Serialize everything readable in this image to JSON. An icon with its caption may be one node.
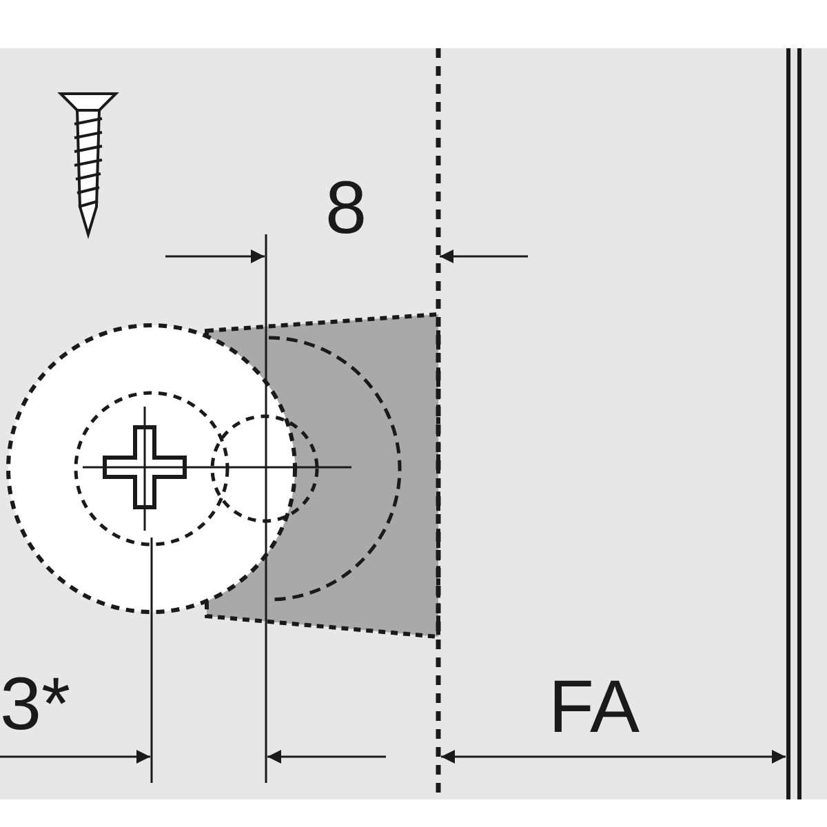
{
  "diagram": {
    "labels": [
      "8",
      "3*",
      "FA"
    ]
  }
}
